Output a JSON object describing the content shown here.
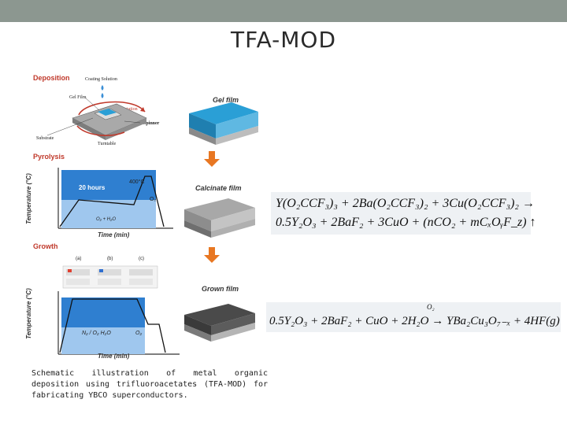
{
  "slide": {
    "title": "TFA-MOD",
    "caption": "Schematic illustration of metal organic deposition using trifluoroacetates (TFA-MOD) for fabricating YBCO superconductors."
  },
  "deposition": {
    "label": "Deposition",
    "coating_solution": "Coating Solution",
    "gel_film": "Gel Film",
    "rotation": "Rotation",
    "spinner": "Spinner",
    "substrate": "Substrate",
    "turntable": "Turntable"
  },
  "pyrolysis": {
    "label": "Pyrolysis",
    "ylabel": "Temperature (°C)",
    "xlabel": "Time (min)",
    "hours": "20 hours",
    "temp": "400°C",
    "o2": "O₂",
    "gas": "O₂ + H₂O"
  },
  "growth": {
    "label": "Growth",
    "ylabel": "Temperature (°C)",
    "xlabel": "Time (min)",
    "panels": [
      "(a)",
      "(b)",
      "(c)"
    ],
    "gas": "N₂ / O₂   H₂O",
    "o2": "O₂"
  },
  "films": {
    "gel": "Gel film",
    "calcinate": "Calcinate film",
    "grown": "Grown film"
  },
  "equations": {
    "eq1_line1": "Y(O₂CCF₃)₃ + 2Ba(O₂CCF₃)₂ + 3Cu(O₂CCF₃)₂ →",
    "eq1_line2": "0.5Y₂O₃ + 2BaF₂ + 3CuO + (nCO₂ + mCₓOᵧF_z) ↑",
    "eq2_over": "O₂",
    "eq2": "0.5Y₂O₃ + 2BaF₂ + CuO + 2H₂O → YBa₂Cu₃O₇₋ₓ + 4HF(g)"
  },
  "colors": {
    "gel_top": "#2a9fd6",
    "gel_side": "#1f7fb0",
    "calc_top": "#9c9c9c",
    "grown_top": "#4a4a4a",
    "arrow": "#e87722",
    "section_label": "#c0392b"
  }
}
